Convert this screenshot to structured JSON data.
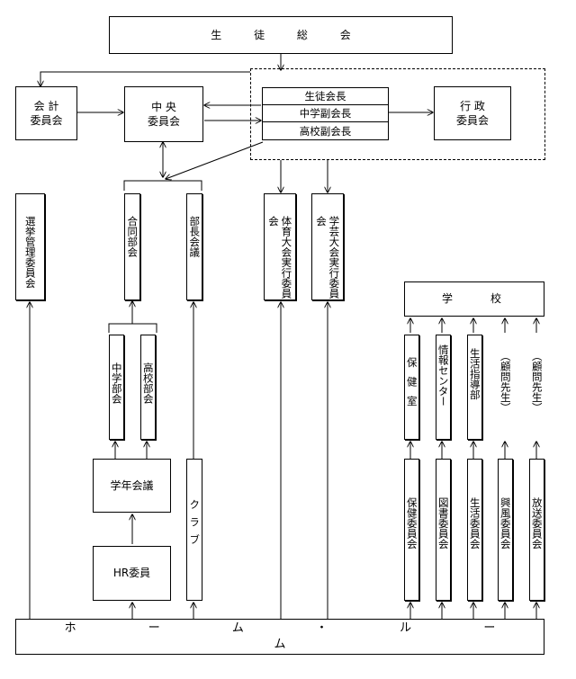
{
  "nodes": {
    "student_general_assembly": "生 徒 総 会",
    "accounting_committee": "会 計\n委員会",
    "central_committee": "中 央\n委員会",
    "executive_student_president": "生徒会長",
    "executive_jh_vice_president": "中学副会長",
    "executive_hs_vice_president": "高校副会長",
    "administrative_committee": "行 政\n委員会",
    "election_committee": "選挙管理委員会",
    "joint_club_meeting": "合同部会",
    "club_leaders_meeting": "部長会議",
    "sports_festival_committee": "体育大会実行委員会",
    "arts_festival_committee": "学芸大会実行委員会",
    "junior_high_club": "中学部会",
    "high_school_club": "高校部会",
    "grade_meeting": "学年会議",
    "hr_committee": "HR委員",
    "clubs": "クラブ",
    "school": "学　　校",
    "health_room": "保健室",
    "info_center": "情報センター",
    "student_guidance": "生活指導部",
    "advisor_teacher_1": "︵顧問先生︶",
    "advisor_teacher_2": "︵顧問先生︶",
    "health_committee": "保健委員会",
    "library_committee": "図書委員会",
    "life_committee": "生活委員会",
    "discipline_committee": "興風委員会",
    "broadcast_committee": "放送委員会",
    "homeroom": "ホ ー ム ・ ル ー ム"
  }
}
